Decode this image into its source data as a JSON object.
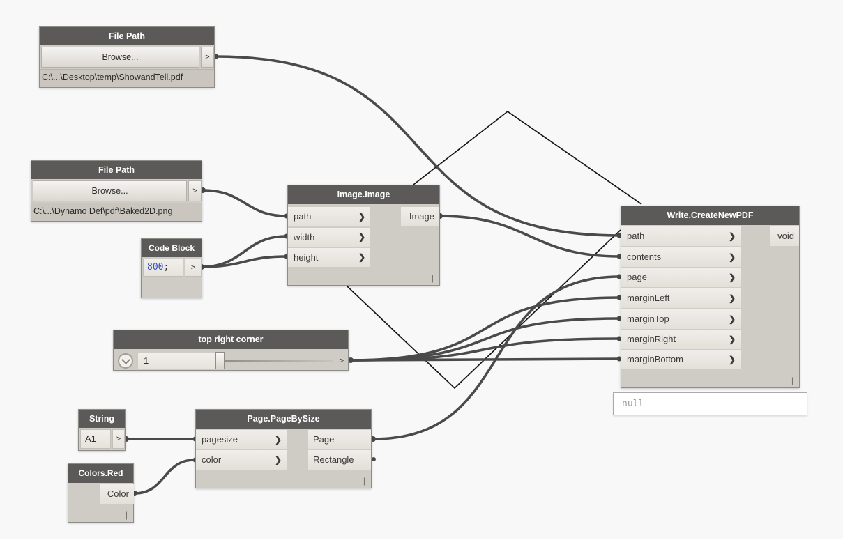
{
  "colors": {
    "canvas_bg": "#f8f8f8",
    "node_header": "#5b5a58",
    "node_body": "#cfccc5",
    "port_strip": "#ece9e3",
    "wire": "#4a4a4a",
    "thin_wire": "#151515",
    "code_number_blue": "#3050c8",
    "preview_text": "#9b9b9b"
  },
  "icons": {
    "port_chevron": "❯",
    "small_chevron": ">",
    "dropdown_chevron": "chevron-down",
    "lacing_indicator": "|"
  },
  "nodes": {
    "file_path_top": {
      "title": "File Path",
      "browse_label": "Browse...",
      "value": "C:\\...\\Desktop\\temp\\ShowandTell.pdf"
    },
    "file_path_bottom": {
      "title": "File Path",
      "browse_label": "Browse...",
      "value": "C:\\...\\Dynamo Def\\pdf\\Baked2D.png"
    },
    "code_block": {
      "title": "Code Block",
      "number": "800",
      "suffix": ";"
    },
    "image_image": {
      "title": "Image.Image",
      "inputs": [
        "path",
        "width",
        "height"
      ],
      "output": "Image"
    },
    "slider": {
      "title": "top right corner",
      "value": "1"
    },
    "string": {
      "title": "String",
      "value": "A1"
    },
    "colors_red": {
      "title": "Colors.Red",
      "output": "Color"
    },
    "page_by_size": {
      "title": "Page.PageBySize",
      "inputs": [
        "pagesize",
        "color"
      ],
      "outputs": [
        "Page",
        "Rectangle"
      ]
    },
    "write_create_new_pdf": {
      "title": "Write.CreateNewPDF",
      "inputs": [
        "path",
        "contents",
        "page",
        "marginLeft",
        "marginTop",
        "marginRight",
        "marginBottom"
      ],
      "output": "void",
      "preview": "null"
    }
  },
  "connections": [
    {
      "from": "file_path_top.output",
      "to": "write_create_new_pdf.path"
    },
    {
      "from": "file_path_bottom.output",
      "to": "image_image.path"
    },
    {
      "from": "code_block.output",
      "to": "image_image.width"
    },
    {
      "from": "code_block.output",
      "to": "image_image.height"
    },
    {
      "from": "image_image.Image",
      "to": "write_create_new_pdf.contents"
    },
    {
      "from": "page_by_size.Page",
      "to": "write_create_new_pdf.page"
    },
    {
      "from": "slider.output",
      "to": "write_create_new_pdf.marginLeft"
    },
    {
      "from": "slider.output",
      "to": "write_create_new_pdf.marginTop"
    },
    {
      "from": "slider.output",
      "to": "write_create_new_pdf.marginRight"
    },
    {
      "from": "slider.output",
      "to": "write_create_new_pdf.marginBottom"
    },
    {
      "from": "string.output",
      "to": "page_by_size.pagesize"
    },
    {
      "from": "colors_red.Color",
      "to": "page_by_size.color"
    }
  ]
}
